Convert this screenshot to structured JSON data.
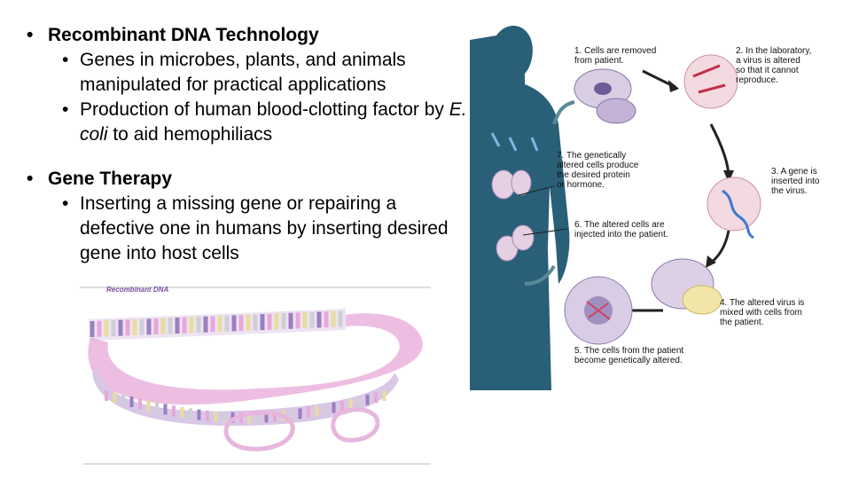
{
  "bullets": {
    "item1": {
      "title": "Recombinant DNA Technology",
      "sub1": "Genes in microbes, plants, and animals manipulated for practical applications",
      "sub2_a": "Production of human blood-clotting factor by ",
      "sub2_em": "E. coli",
      "sub2_b": " to aid hemophiliacs"
    },
    "item2": {
      "title": "Gene Therapy",
      "sub1": "Inserting a missing gene or repairing a defective one in humans by inserting desired gene into host cells"
    }
  },
  "dna_image": {
    "label": "Recombinant DNA",
    "colors": {
      "purple": "#9b7fc0",
      "pink": "#e7a8d8",
      "yellow": "#e8dca0",
      "grey": "#cfcfd6"
    }
  },
  "diagram": {
    "body_color": "#2a5f78",
    "steps": [
      "1. Cells are removed\nfrom patient.",
      "2. In the laboratory,\na virus is altered\nso that it cannot\nreproduce.",
      "3. A gene is\ninserted into\nthe virus.",
      "4. The altered virus is\nmixed with cells from\nthe patient.",
      "5. The cells from the patient\nbecome genetically altered.",
      "6. The altered cells are\ninjected into the patient.",
      "7. The genetically\naltered cells produce\nthe desired protein\nor hormone."
    ]
  }
}
